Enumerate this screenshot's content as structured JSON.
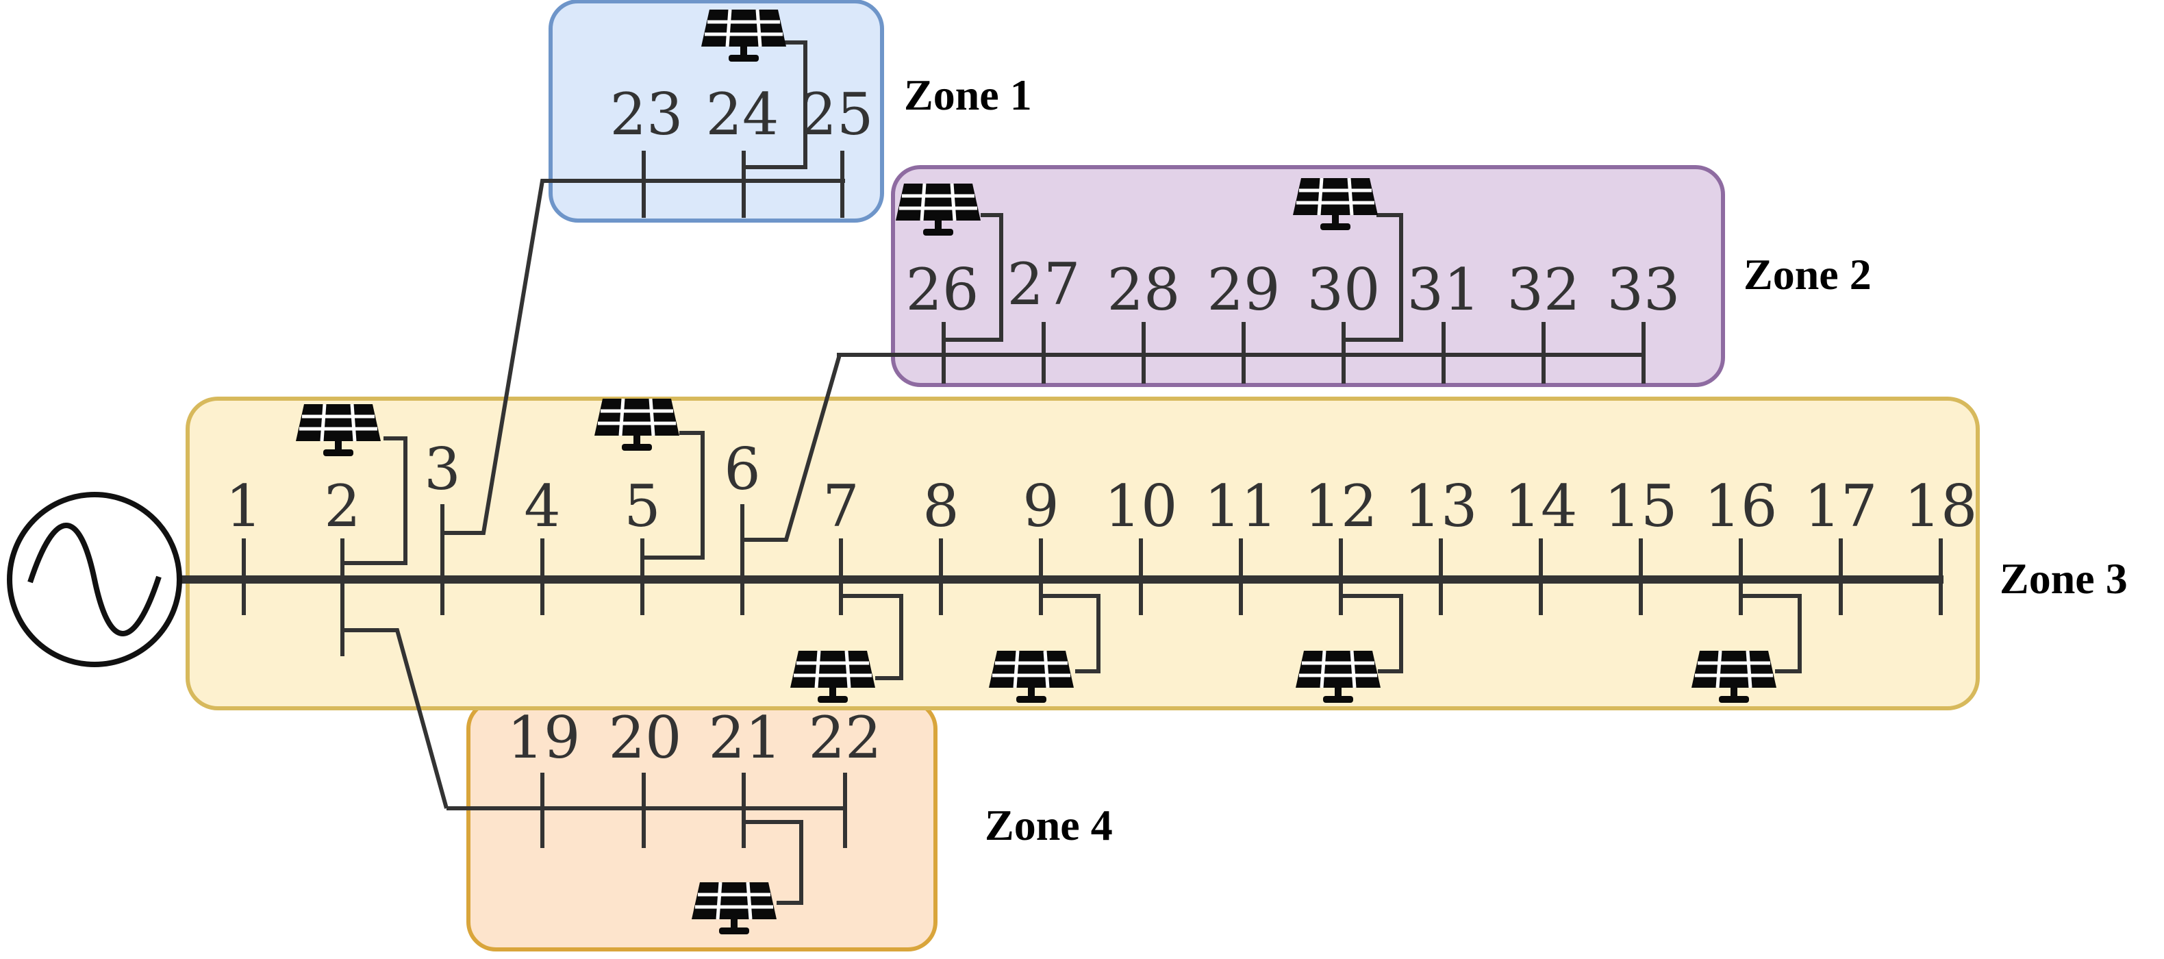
{
  "colors": {
    "zone_1": {
      "fill": "#dbe8fa",
      "stroke": "#6e95c9"
    },
    "zone_2": {
      "fill": "#e2d2e8",
      "stroke": "#8e6ba1"
    },
    "zone_3": {
      "fill": "#fdf1cf",
      "stroke": "#d7b95c"
    },
    "zone_4": {
      "fill": "#fde4cc",
      "stroke": "#d9a53b"
    },
    "line": "#333333"
  },
  "source_icon": "ac-voltage-source-icon",
  "pv_icon": "solar-panel-icon",
  "zones": [
    {
      "id": "zone_1",
      "label": "Zone 1",
      "buses": [
        "23",
        "24",
        "25"
      ]
    },
    {
      "id": "zone_2",
      "label": "Zone 2",
      "buses": [
        "26",
        "27",
        "28",
        "29",
        "30",
        "31",
        "32",
        "33"
      ]
    },
    {
      "id": "zone_3",
      "label": "Zone 3",
      "buses": [
        "1",
        "2",
        "3",
        "4",
        "5",
        "6",
        "7",
        "8",
        "9",
        "10",
        "11",
        "12",
        "13",
        "14",
        "15",
        "16",
        "17",
        "18"
      ]
    },
    {
      "id": "zone_4",
      "label": "Zone 4",
      "buses": [
        "19",
        "20",
        "21",
        "22"
      ]
    }
  ],
  "pv_buses": [
    "2",
    "5",
    "7",
    "9",
    "12",
    "16",
    "21",
    "24",
    "26",
    "30"
  ],
  "branches": [
    {
      "from": "2",
      "to": "19"
    },
    {
      "from": "3",
      "to": "23"
    },
    {
      "from": "6",
      "to": "26"
    }
  ]
}
